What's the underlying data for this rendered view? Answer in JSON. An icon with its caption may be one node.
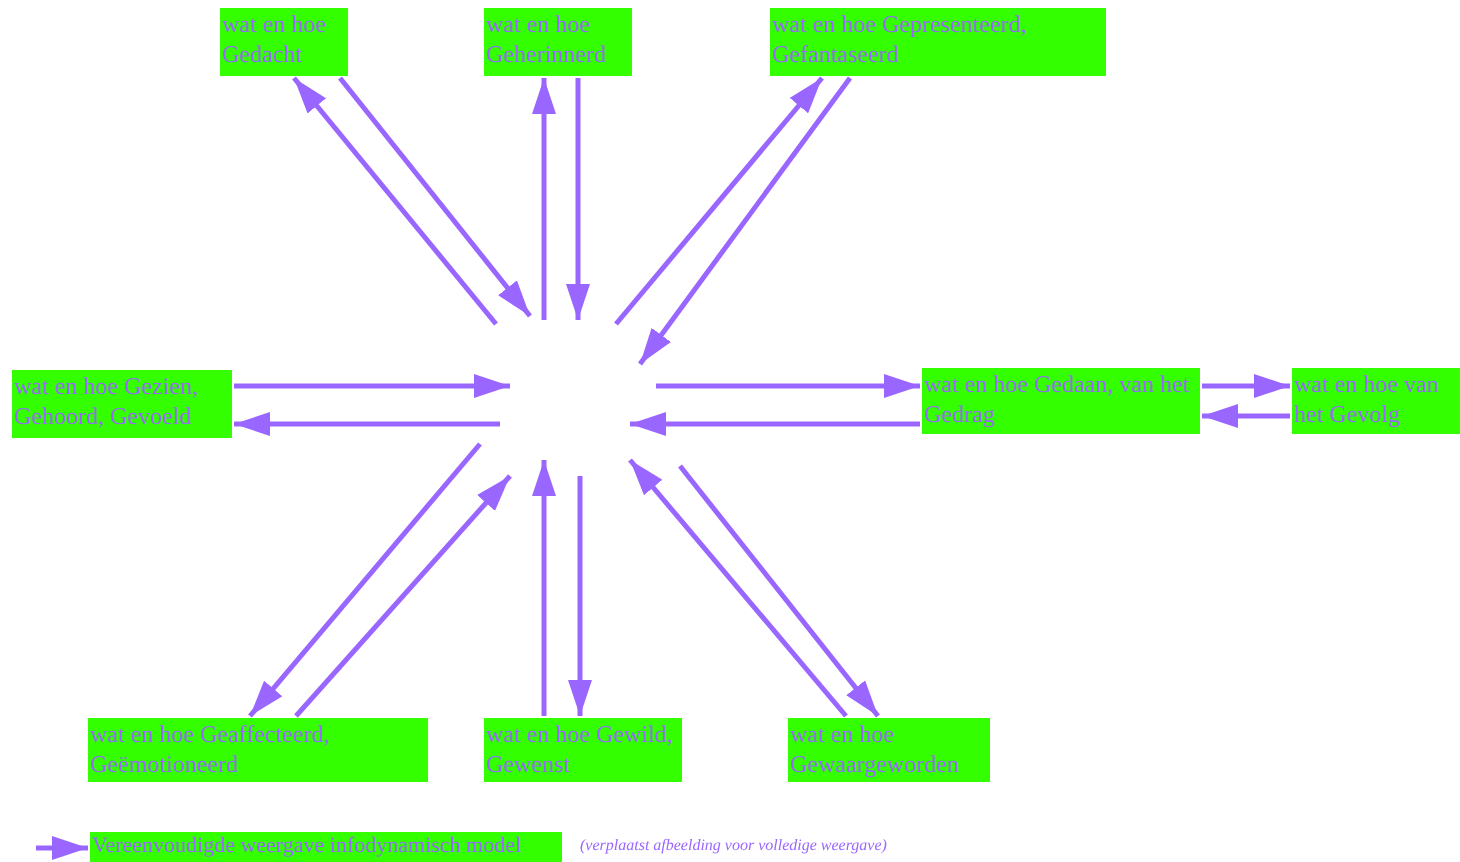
{
  "diagram": {
    "nodes": [
      {
        "text": [
          "wat en hoe Gedacht"
        ]
      },
      {
        "text": [
          "wat en hoe Geherinnerd"
        ]
      },
      {
        "text": [
          "wat en hoe Gepresenteerd, Gefantaseerd"
        ]
      },
      {
        "text": [
          "wat en hoe Gezien, Gehoord, Gevoeld"
        ]
      },
      {
        "text": [
          "wat en hoe Gedaan, van het Gedrag"
        ]
      },
      {
        "text": [
          "wat en hoe van het Gevolg"
        ]
      },
      {
        "text": [
          "wat en hoe Geaffecteerd, Geëmotioneerd"
        ]
      },
      {
        "text": [
          "wat en hoe Gewild, Gewenst"
        ]
      },
      {
        "text": [
          "wat en hoe Gewaargeworden"
        ]
      },
      {
        "text": [
          "Vereenvoudigde weergave infodynamisch model"
        ]
      }
    ],
    "edges": [
      {
        "from": null,
        "to": 0,
        "arrow": "to"
      },
      {
        "from": 0,
        "to": null,
        "arrow": "to"
      },
      {
        "from": null,
        "to": 1,
        "arrow": "to"
      },
      {
        "from": 1,
        "to": null,
        "arrow": "to"
      },
      {
        "from": null,
        "to": 2,
        "arrow": "to"
      },
      {
        "from": 2,
        "to": null,
        "arrow": "to"
      },
      {
        "from": 3,
        "to": null,
        "arrow": "to"
      },
      {
        "from": null,
        "to": 3,
        "arrow": "to"
      },
      {
        "from": null,
        "to": 4,
        "arrow": "to"
      },
      {
        "from": 4,
        "to": null,
        "arrow": "to"
      },
      {
        "from": 4,
        "to": 5,
        "arrow": "to"
      },
      {
        "from": 5,
        "to": 4,
        "arrow": "to"
      },
      {
        "from": null,
        "to": 6,
        "arrow": "to"
      },
      {
        "from": 6,
        "to": null,
        "arrow": "to"
      },
      {
        "from": 7,
        "to": null,
        "arrow": "to"
      },
      {
        "from": null,
        "to": 7,
        "arrow": "to"
      },
      {
        "from": 8,
        "to": null,
        "arrow": "to"
      },
      {
        "from": null,
        "to": 8,
        "arrow": "to"
      },
      {
        "from": null,
        "to": 9,
        "arrow": "to"
      }
    ],
    "labels": [
      "(verplaatst afbeelding voor volledige weergave)"
    ]
  }
}
